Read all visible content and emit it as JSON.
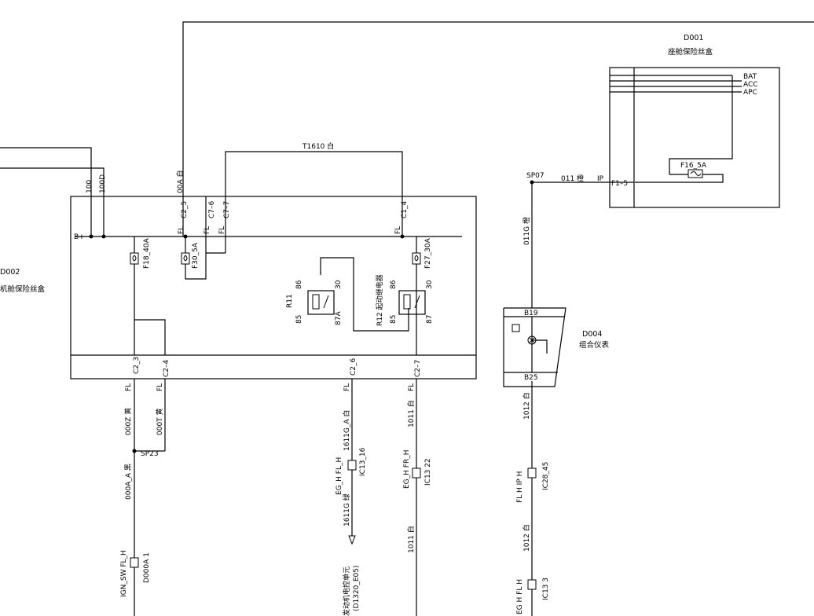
{
  "modules": {
    "cabin_fuse_box": {
      "code": "D001",
      "name": "座舱保险丝盒",
      "rails": [
        "BAT",
        "ACC",
        "APC"
      ],
      "fuse": "F16_5A",
      "pin": "F1–5"
    },
    "engine_fuse_box": {
      "code": "D002",
      "name": "机舱保险丝盒"
    },
    "cluster": {
      "code": "D004",
      "name": "组合仪表",
      "pin_top": "B19",
      "pin_bottom": "B25"
    }
  },
  "top_box": {
    "b_plus": "B+",
    "conn_c2_5": "C2_5",
    "conn_c7_6": "C7–6",
    "conn_c7_7": "C7–7",
    "conn_c1_4": "C1_4",
    "fl": "FL",
    "fuse_f18": "F18_40A",
    "fuse_f30": "F30_5A",
    "fuse_f27": "F27_30A",
    "relay_r11": "R11",
    "relay_r12": "R12 起动继电器",
    "pin_86": "86",
    "pin_85": "85",
    "pin_30": "30",
    "pin_87a": "87A",
    "pin_87": "87"
  },
  "bottom_connectors": {
    "c2_3": "C2_3",
    "c2_4": "C2–4",
    "c2_6": "C2_6",
    "c2_7": "C2–7"
  },
  "wires": {
    "w100": "100",
    "w100d": "100D",
    "w00a": "00A 白",
    "t1610": "T1610 白",
    "sp07": "SP07",
    "w011": "011 橙",
    "ip": "IP",
    "w011g": "011G 橙",
    "w000z": "000Z 黄",
    "w000t": "000T 黄",
    "sp23": "SP23",
    "w000a": "000A_A 黑",
    "w1611ga": "1611G_A 白",
    "w1011_top": "1011 白",
    "w1012_top": "1012 白",
    "w1611g": "1611G 绿",
    "w1011_bot": "1011 白",
    "w1012_bot": "1012 白"
  },
  "inline_connectors": {
    "ic13_16": "IC13_16",
    "eg_fl_h": "EG_H FL_H",
    "ic13_22": "IC13 22",
    "eg_fr_h": "EG_H FR_H",
    "ic28_45": "IC28_45",
    "fl_h_ip_h": "FL H IP H",
    "ic13_3": "IC13 3",
    "eg_fl_h2": "EG H FL H",
    "d000a": "D000A 1",
    "ign_fl": "IGN_SW FL_H"
  },
  "ecu": {
    "name": "发动机电控单元",
    "code": "(D1320_E05)"
  }
}
